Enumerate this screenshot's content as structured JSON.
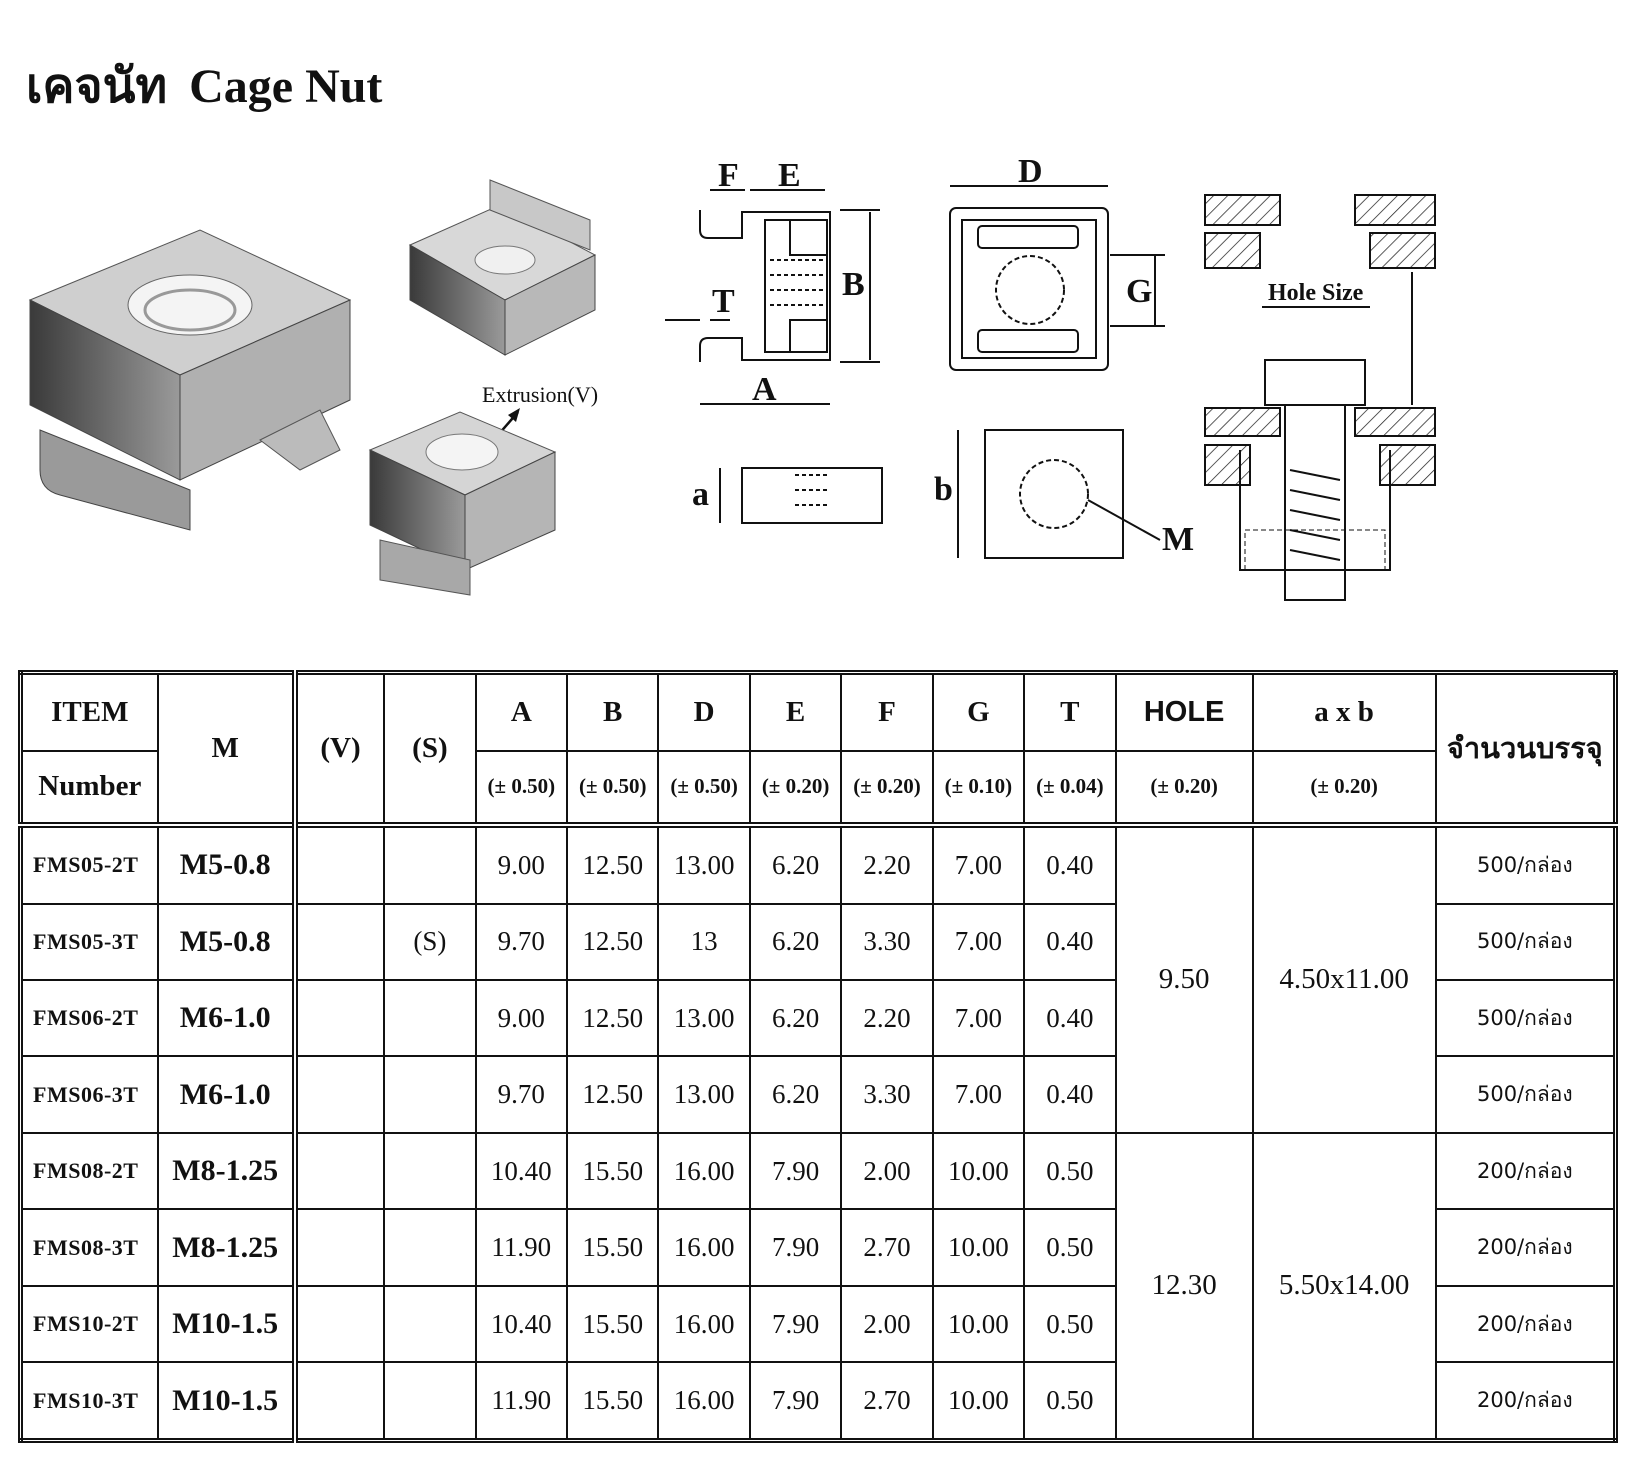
{
  "title": {
    "thai": "เคจนัท",
    "english": "Cage Nut"
  },
  "figure": {
    "extrusion_label": "Extrusion(V)",
    "dims": {
      "F": "F",
      "E": "E",
      "B": "B",
      "T": "T",
      "A": "A",
      "a": "a",
      "D": "D",
      "G": "G",
      "b": "b",
      "M": "M"
    },
    "hole_size_label": "Hole Size"
  },
  "table": {
    "headers": {
      "item": "ITEM",
      "number": "Number",
      "m": "M",
      "v": "(V)",
      "s": "(S)",
      "cols": [
        "A",
        "B",
        "D",
        "E",
        "F",
        "G",
        "T"
      ],
      "hole": "HOLE",
      "axb": "a x b",
      "pack": "จำนวนบรรจุ"
    },
    "tolerances": [
      "(± 0.50)",
      "(± 0.50)",
      "(± 0.50)",
      "(± 0.20)",
      "(± 0.20)",
      "(± 0.10)",
      "(± 0.04)",
      "(± 0.20)",
      "(± 0.20)"
    ],
    "rows": [
      {
        "item": "FMS05-2T",
        "m": "M5-0.8",
        "v": "",
        "s": "",
        "A": "9.00",
        "B": "12.50",
        "D": "13.00",
        "E": "6.20",
        "F": "2.20",
        "G": "7.00",
        "T": "0.40",
        "pack": "500/กล่อง"
      },
      {
        "item": "FMS05-3T",
        "m": "M5-0.8",
        "v": "",
        "s": "(S)",
        "A": "9.70",
        "B": "12.50",
        "D": "13",
        "E": "6.20",
        "F": "3.30",
        "G": "7.00",
        "T": "0.40",
        "pack": "500/กล่อง"
      },
      {
        "item": "FMS06-2T",
        "m": "M6-1.0",
        "v": "",
        "s": "",
        "A": "9.00",
        "B": "12.50",
        "D": "13.00",
        "E": "6.20",
        "F": "2.20",
        "G": "7.00",
        "T": "0.40",
        "pack": "500/กล่อง"
      },
      {
        "item": "FMS06-3T",
        "m": "M6-1.0",
        "v": "",
        "s": "",
        "A": "9.70",
        "B": "12.50",
        "D": "13.00",
        "E": "6.20",
        "F": "3.30",
        "G": "7.00",
        "T": "0.40",
        "pack": "500/กล่อง"
      },
      {
        "item": "FMS08-2T",
        "m": "M8-1.25",
        "v": "",
        "s": "",
        "A": "10.40",
        "B": "15.50",
        "D": "16.00",
        "E": "7.90",
        "F": "2.00",
        "G": "10.00",
        "T": "0.50",
        "pack": "200/กล่อง"
      },
      {
        "item": "FMS08-3T",
        "m": "M8-1.25",
        "v": "",
        "s": "",
        "A": "11.90",
        "B": "15.50",
        "D": "16.00",
        "E": "7.90",
        "F": "2.70",
        "G": "10.00",
        "T": "0.50",
        "pack": "200/กล่อง"
      },
      {
        "item": "FMS10-2T",
        "m": "M10-1.5",
        "v": "",
        "s": "",
        "A": "10.40",
        "B": "15.50",
        "D": "16.00",
        "E": "7.90",
        "F": "2.00",
        "G": "10.00",
        "T": "0.50",
        "pack": "200/กล่อง"
      },
      {
        "item": "FMS10-3T",
        "m": "M10-1.5",
        "v": "",
        "s": "",
        "A": "11.90",
        "B": "15.50",
        "D": "16.00",
        "E": "7.90",
        "F": "2.70",
        "G": "10.00",
        "T": "0.50",
        "pack": "200/กล่อง"
      }
    ],
    "groups": [
      {
        "hole": "9.50",
        "axb": "4.50x11.00"
      },
      {
        "hole": "12.30",
        "axb": "5.50x14.00"
      }
    ]
  }
}
